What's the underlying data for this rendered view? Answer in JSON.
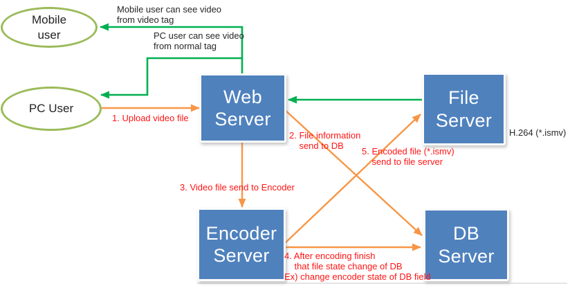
{
  "colors": {
    "server_box_blue": "#4f81bd",
    "user_ellipse_green": "#9bbb59",
    "flow_arrow_green": "#00b050",
    "step_arrow_orange": "#f79646",
    "step_label_red": "#ff1414"
  },
  "nodes": {
    "mobile_user": {
      "label": "Mobile\nuser"
    },
    "pc_user": {
      "label": "PC User"
    },
    "web_server": {
      "label": "Web\nServer"
    },
    "file_server": {
      "label": "File\nServer"
    },
    "encoder_server": {
      "label": "Encoder\nServer"
    },
    "db_server": {
      "label": "DB\nServer"
    }
  },
  "annotations": {
    "mobile_flow": "Mobile user can see video\nfrom video tag",
    "pc_flow": "PC user can see video\nfrom normal tag",
    "step1": "1. Upload video file",
    "step2": "2. File information\n    send to DB",
    "step3": "3. Video file send to Encoder",
    "step4": "4. After encoding finish\n    that file state change of DB\nEx) change encoder state of DB field",
    "step5": "5. Encoded file (*.ismv)\n    send to file server",
    "codec_note": "H.264 (*.ismv)"
  }
}
